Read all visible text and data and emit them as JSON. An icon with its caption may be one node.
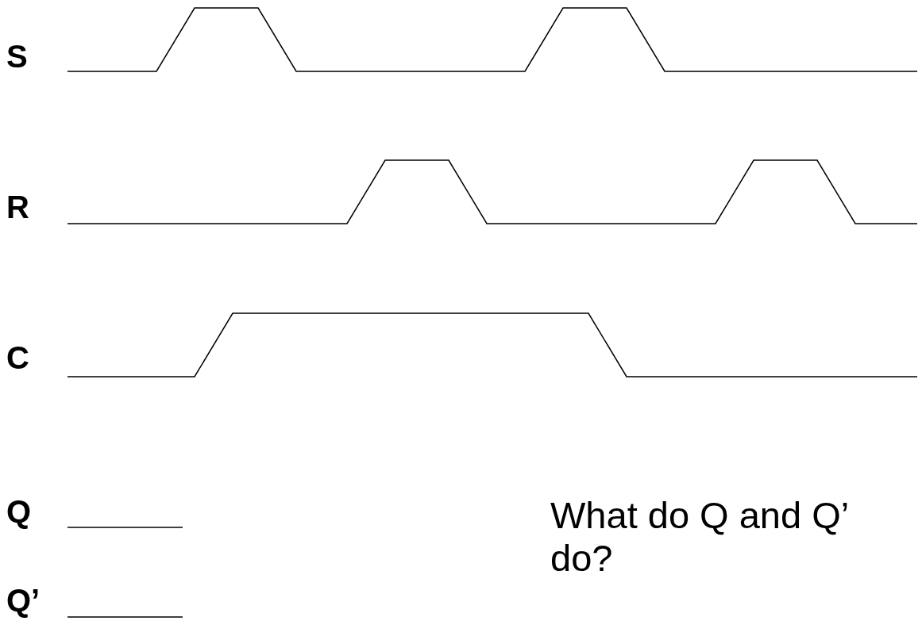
{
  "diagram": {
    "labels": [
      "S",
      "R",
      "C",
      "Q",
      "Q’",
      "What do Q and Q’ do?"
    ]
  }
}
